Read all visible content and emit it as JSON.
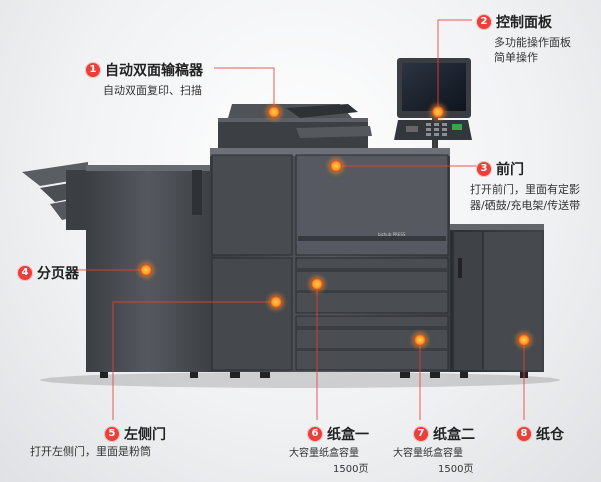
{
  "callouts": [
    {
      "num": "1",
      "title": "自动双面输稿器",
      "desc": "自动双面复印、扫描"
    },
    {
      "num": "2",
      "title": "控制面板",
      "desc_lines": [
        "多功能操作面板",
        "简单操作"
      ]
    },
    {
      "num": "3",
      "title": "前门",
      "desc_lines": [
        "打开前门，里面有定影",
        "器/硒鼓/充电架/传送带"
      ]
    },
    {
      "num": "4",
      "title": "分页器"
    },
    {
      "num": "5",
      "title": "左侧门",
      "desc": "打开左侧门，里面是粉筒"
    },
    {
      "num": "6",
      "title": "纸盒一",
      "desc": "大容量纸盒容量",
      "capacity": "1500页"
    },
    {
      "num": "7",
      "title": "纸盒二",
      "desc": "大容量纸盒容量",
      "capacity": "1500页"
    },
    {
      "num": "8",
      "title": "纸仓"
    }
  ],
  "colors": {
    "accent": "#e8403a",
    "machine": "#4a4d52",
    "machine_dark": "#2f3236",
    "marker": "#ff9a2a"
  }
}
